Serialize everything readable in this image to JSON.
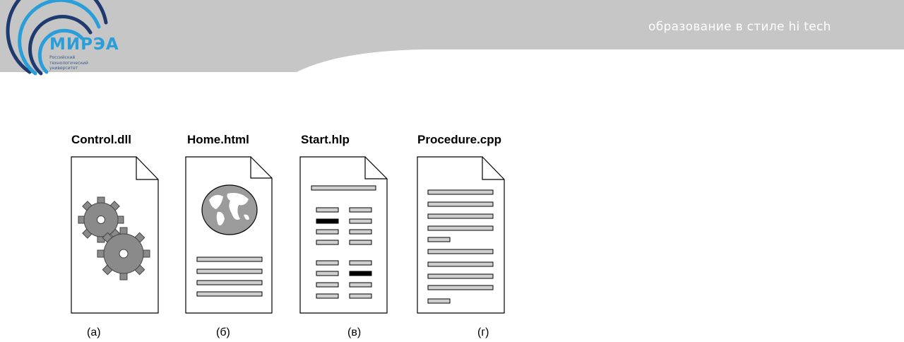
{
  "header": {
    "tagline": "образование в стиле hi tech",
    "logo": {
      "name": "МИРЭА",
      "subtitle_lines": [
        "Российский",
        "технологический",
        "университет"
      ]
    },
    "colors": {
      "band": "#c6c6c6",
      "logo_blue": "#2a9ed8",
      "logo_dark": "#1e3a6e"
    }
  },
  "diagram": {
    "documents": [
      {
        "title": "Control.dll",
        "caption": "(а)",
        "icon": "gears-icon"
      },
      {
        "title": "Home.html",
        "caption": "(б)",
        "icon": "globe-icon"
      },
      {
        "title": "Start.hlp",
        "caption": "(в)",
        "icon": "table-icon"
      },
      {
        "title": "Procedure.cpp",
        "caption": "(г)",
        "icon": "code-lines-icon"
      }
    ]
  }
}
